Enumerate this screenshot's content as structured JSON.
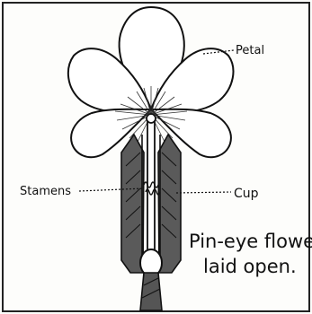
{
  "labels": {
    "petal": "Petal",
    "stamens": "Stamens",
    "cup": "Cup"
  },
  "caption": {
    "line1": "Pin-eye flower",
    "line2": "laid open."
  }
}
